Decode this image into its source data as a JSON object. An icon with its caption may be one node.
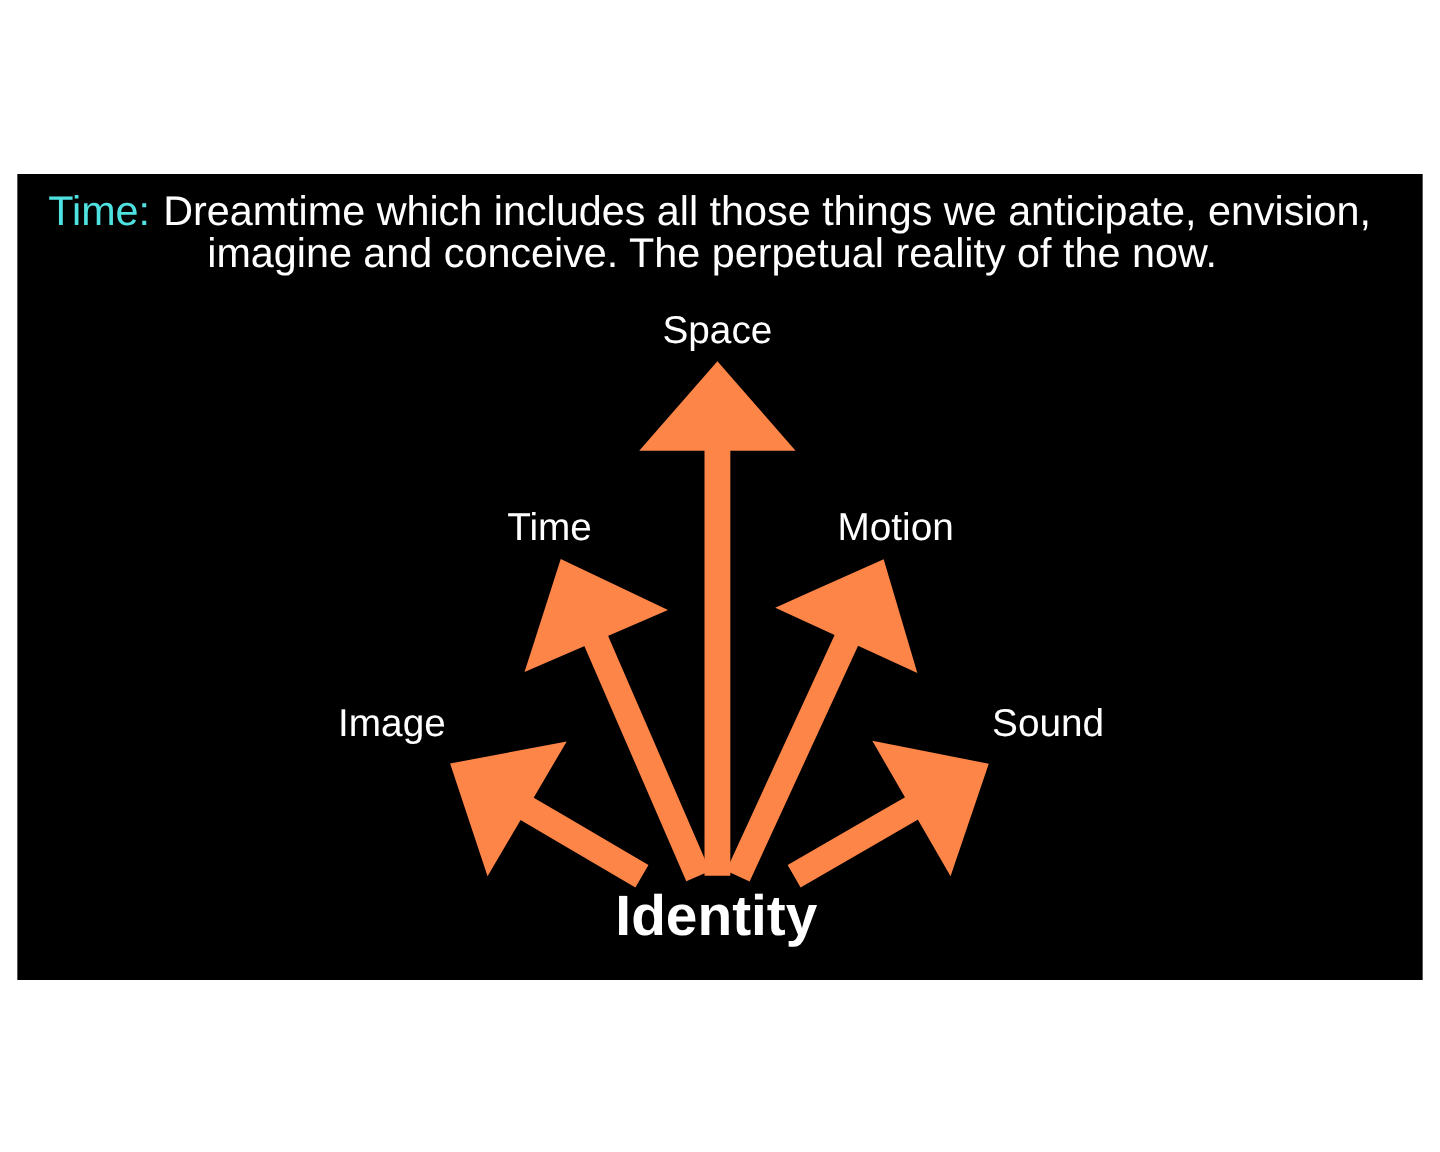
{
  "diagram": {
    "title": "Time: Dreamtime which includes all those things we anticipate, envision, imagine and conceive. The perpetual reality of the now.",
    "nodes": [
      {
        "text": [
          "Space"
        ]
      },
      {
        "text": [
          "Time"
        ]
      },
      {
        "text": [
          "Motion"
        ]
      },
      {
        "text": [
          "Image"
        ]
      },
      {
        "text": [
          "Identity"
        ]
      },
      {
        "text": [
          "Sound"
        ]
      }
    ],
    "edges": [
      {
        "from": 4,
        "to": 3,
        "arrow": "to"
      },
      {
        "from": 4,
        "to": 1,
        "arrow": "to"
      },
      {
        "from": 4,
        "to": 0,
        "arrow": "to"
      },
      {
        "from": 4,
        "to": 2,
        "arrow": "to"
      },
      {
        "from": 4,
        "to": 5,
        "arrow": "to"
      }
    ]
  }
}
